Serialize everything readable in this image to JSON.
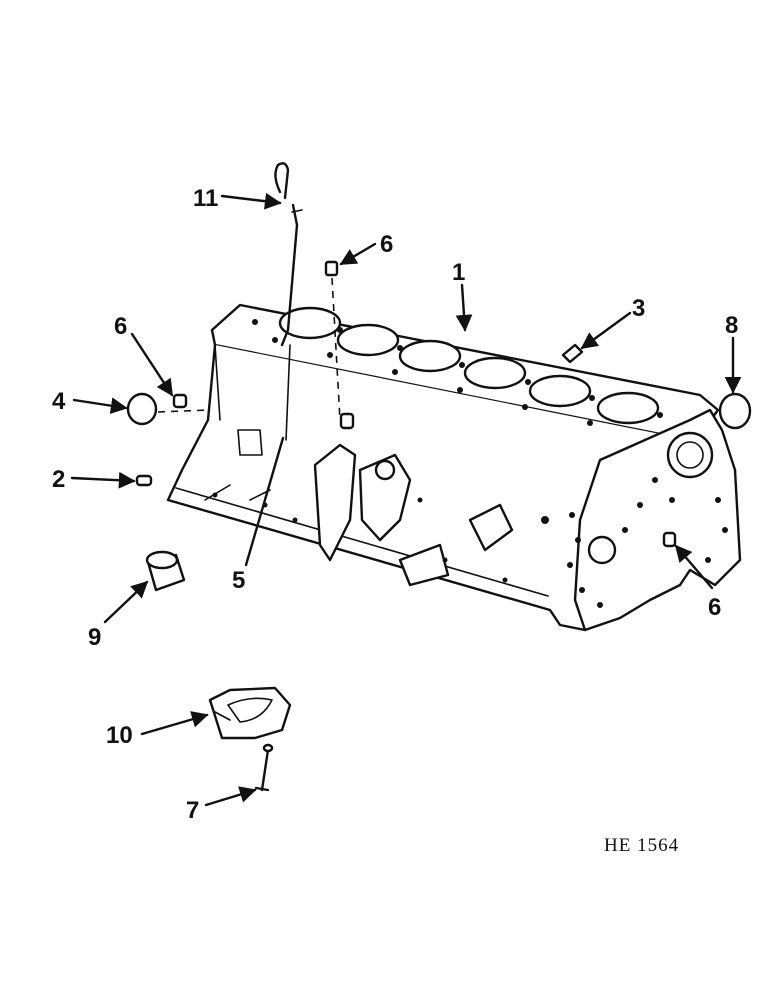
{
  "diagram": {
    "reference_code": "HE 1564",
    "callouts": [
      "11",
      "6",
      "1",
      "3",
      "8",
      "6",
      "4",
      "2",
      "5",
      "9",
      "6",
      "10",
      "7"
    ]
  }
}
